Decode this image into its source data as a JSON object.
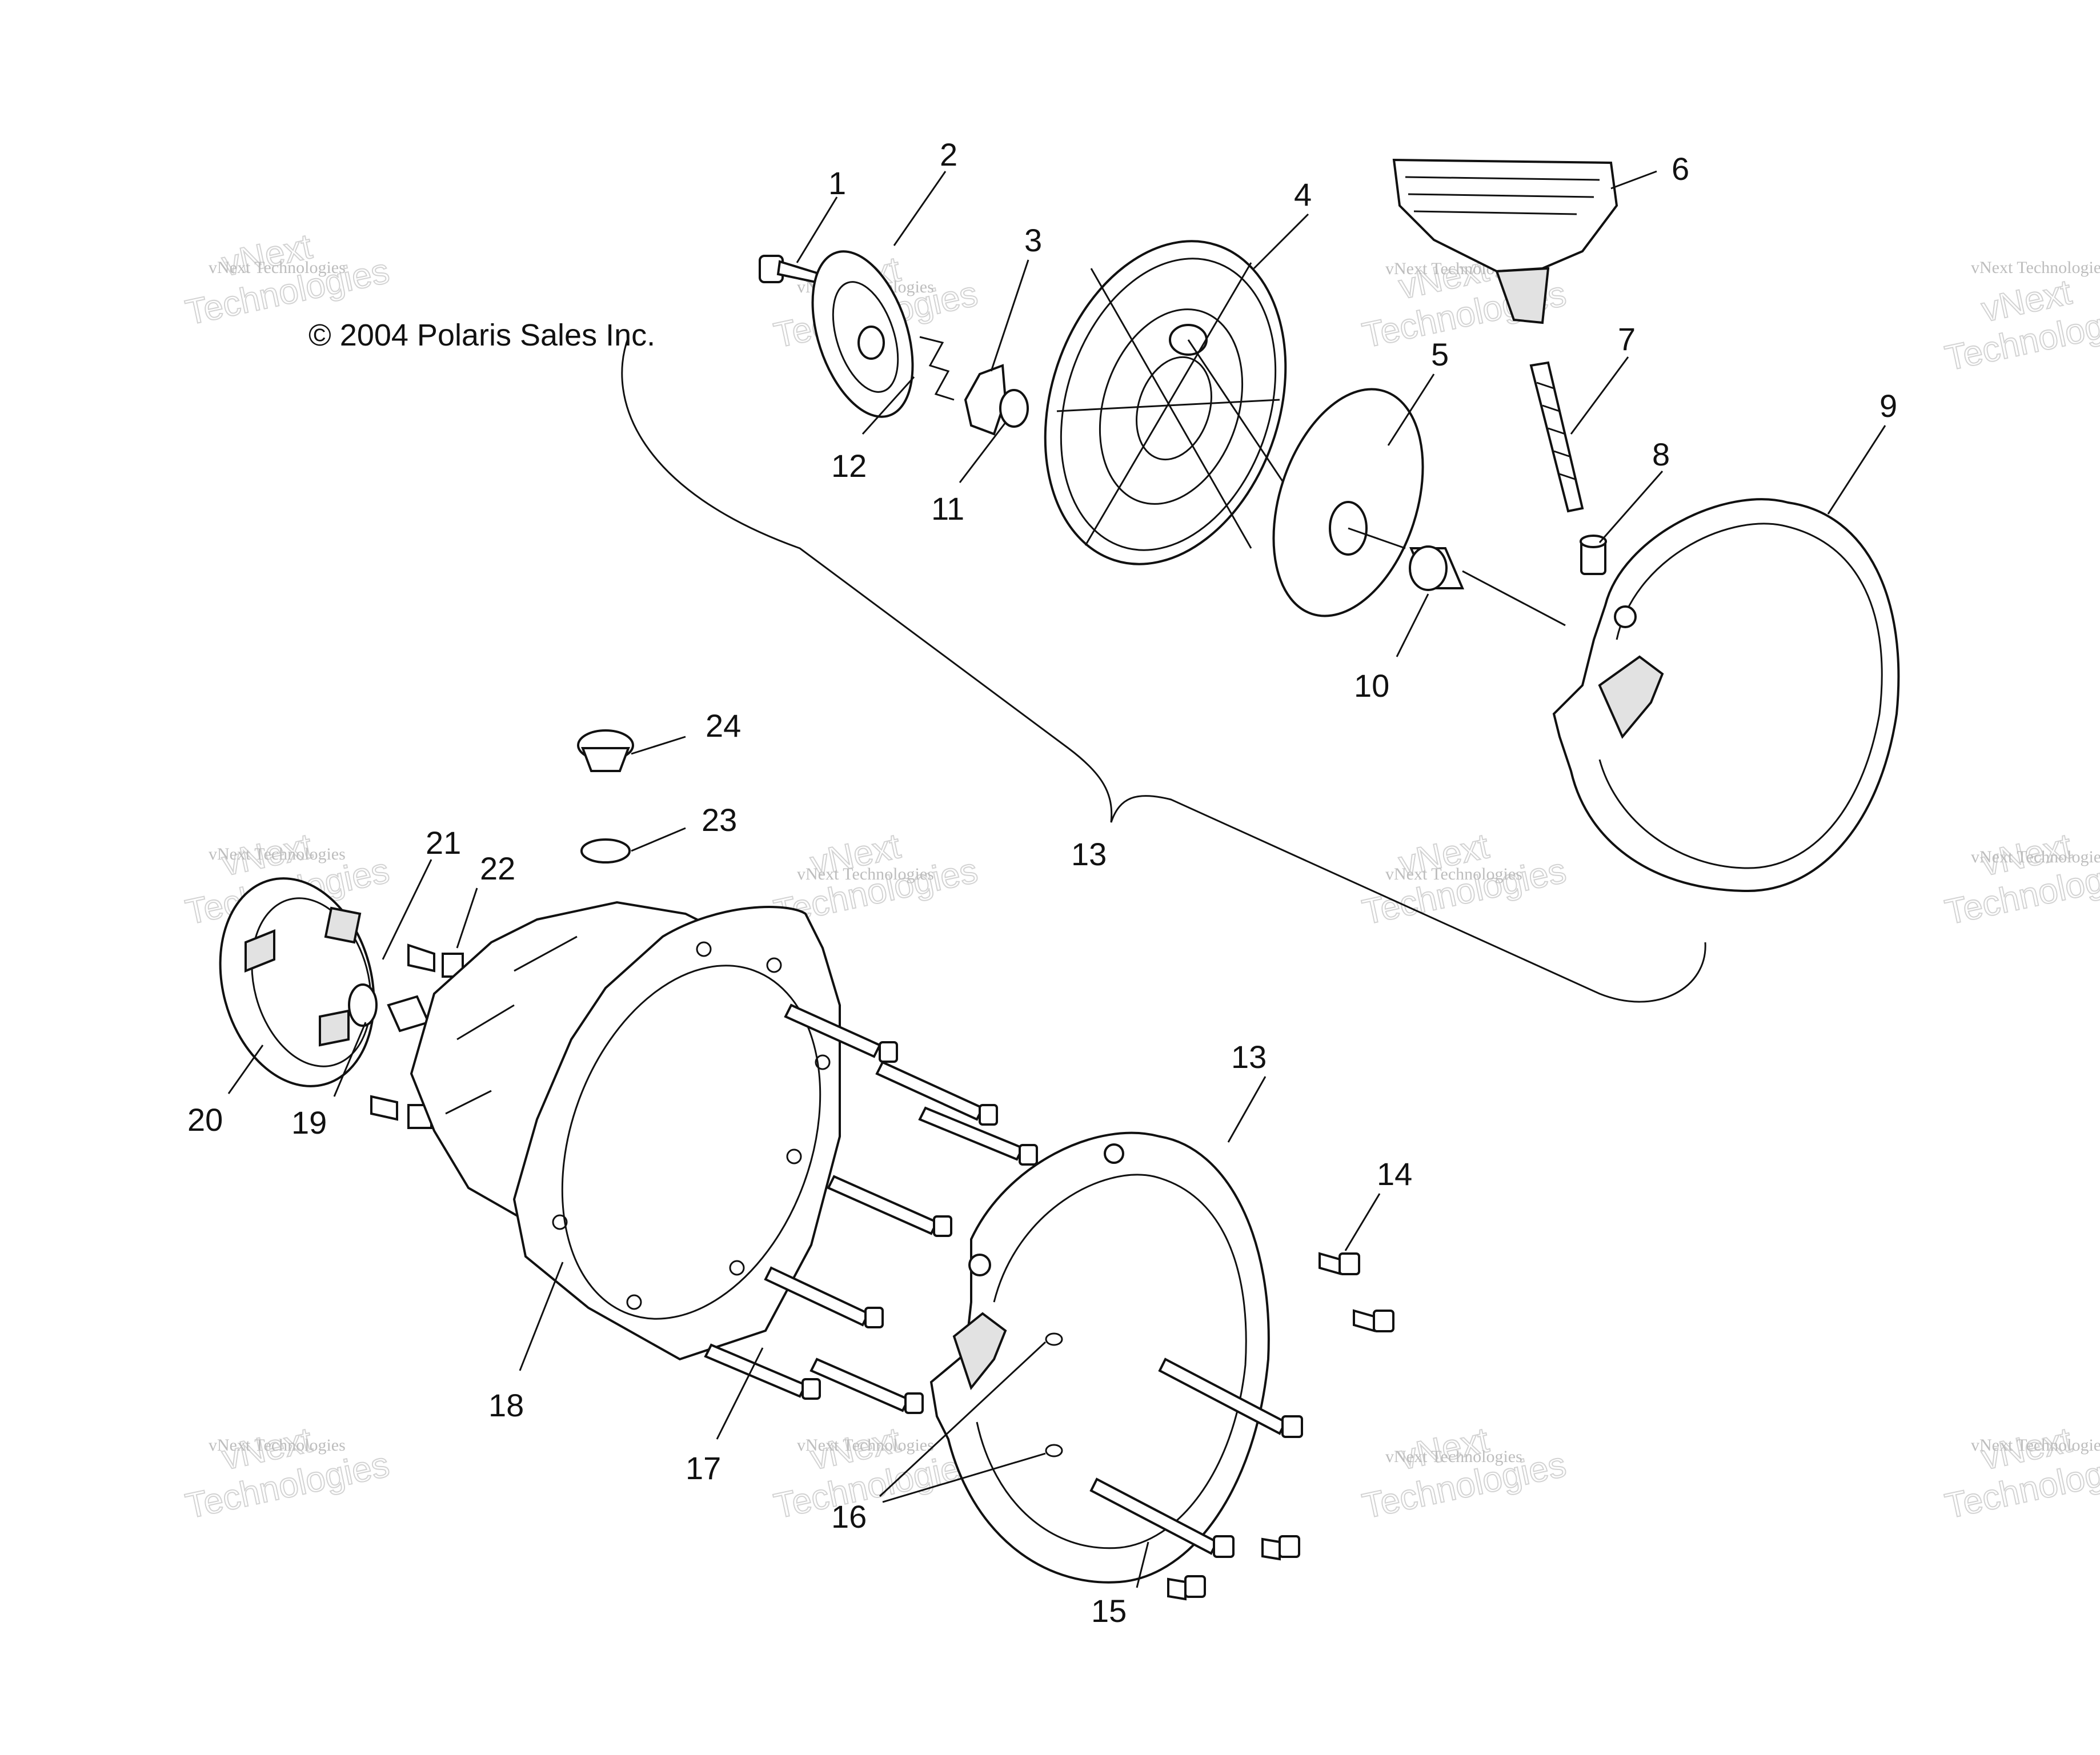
{
  "copyright": "© 2004 Polaris Sales Inc.",
  "watermark": {
    "small_text": "vNext Technologies",
    "big_line_1": "vNext",
    "big_line_2": "Technologies"
  },
  "callouts": {
    "c1": "1",
    "c2": "2",
    "c3": "3",
    "c4": "4",
    "c5": "5",
    "c6": "6",
    "c7": "7",
    "c8": "8",
    "c9": "9",
    "c10": "10",
    "c11": "11",
    "c12": "12",
    "c13a": "13",
    "c13b": "13",
    "c14": "14",
    "c15": "15",
    "c16": "16",
    "c17": "17",
    "c18": "18",
    "c19": "19",
    "c20": "20",
    "c21": "21",
    "c22": "22",
    "c23": "23",
    "c24": "24"
  },
  "colors": {
    "line": "#111111",
    "watermark": "#c8c8c8",
    "background": "#ffffff"
  }
}
